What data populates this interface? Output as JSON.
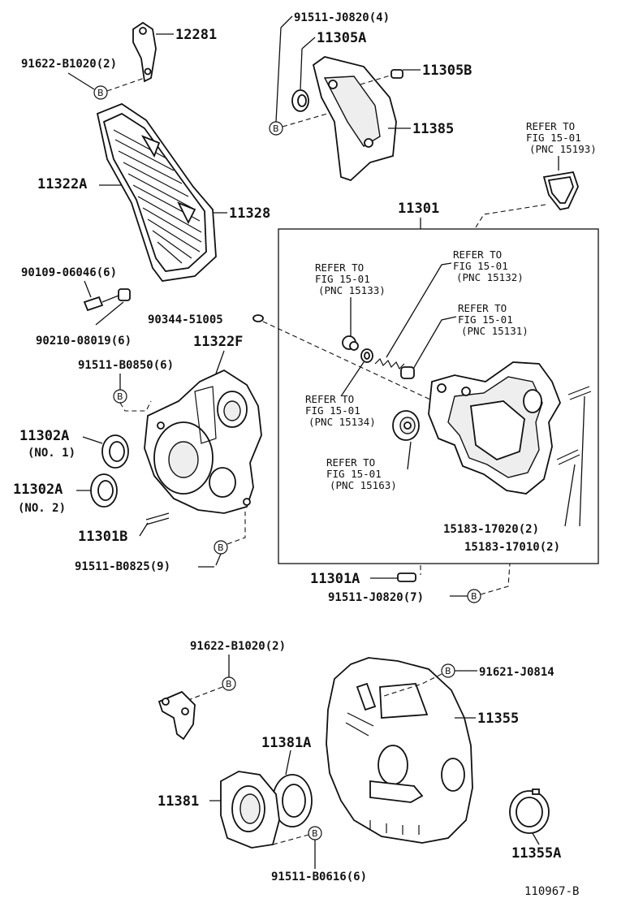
{
  "callout_letter": "B",
  "diagram_id": "110967-B",
  "labels": {
    "p12281": "12281",
    "p91622_top": "91622-B1020(2)",
    "p91511_j0820_4": "91511-J0820(4)",
    "p11305a": "11305A",
    "p11305b": "11305B",
    "p11385": "11385",
    "p11322a": "11322A",
    "p11328": "11328",
    "p90109": "90109-06046(6)",
    "p90210": "90210-08019(6)",
    "p90344": "90344-51005",
    "p11322f": "11322F",
    "p91511_b0850": "91511-B0850(6)",
    "p11302a_1": "11302A",
    "p11302a_1_note": "(NO. 1)",
    "p11302a_2": "11302A",
    "p11302a_2_note": "(NO. 2)",
    "p11301b": "11301B",
    "p91511_b0825": "91511-B0825(9)",
    "p11301": "11301",
    "p15183_17020": "15183-17020(2)",
    "p15183_17010": "15183-17010(2)",
    "p11301a": "11301A",
    "p91511_j0820_7": "91511-J0820(7)",
    "p91622_bottom": "91622-B1020(2)",
    "p91621": "91621-J0814",
    "p11355": "11355",
    "p11381a": "11381A",
    "p11381": "11381",
    "p91511_b0616": "91511-B0616(6)",
    "p11355a": "11355A"
  },
  "references": {
    "ref15193": {
      "l1": "REFER TO",
      "l2": "FIG 15-01",
      "l3": "(PNC 15193)"
    },
    "ref15133": {
      "l1": "REFER TO",
      "l2": "FIG 15-01",
      "l3": "(PNC 15133)"
    },
    "ref15132": {
      "l1": "REFER TO",
      "l2": "FIG 15-01",
      "l3": "(PNC 15132)"
    },
    "ref15131": {
      "l1": "REFER TO",
      "l2": "FIG 15-01",
      "l3": "(PNC 15131)"
    },
    "ref15134": {
      "l1": "REFER TO",
      "l2": "FIG 15-01",
      "l3": "(PNC 15134)"
    },
    "ref15163": {
      "l1": "REFER TO",
      "l2": "FIG 15-01",
      "l3": "(PNC 15163)"
    }
  }
}
